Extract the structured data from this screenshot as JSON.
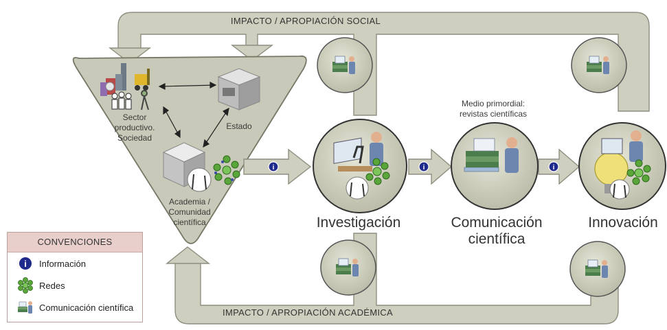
{
  "bands": {
    "top": "IMPACTO / APROPIACIÓN SOCIAL",
    "bottom": "IMPACTO / APROPIACIÓN ACADÉMICA"
  },
  "triangle": {
    "sector_line1": "Sector",
    "sector_line2": "productivo.",
    "sector_line3": "Sociedad",
    "estado": "Estado",
    "academia_line1": "Academia /",
    "academia_line2": "Comunidad",
    "academia_line3": "científica"
  },
  "nodes": {
    "investigacion": "Investigación",
    "comunicacion_line1": "Comunicación",
    "comunicacion_line2": "científica",
    "innovacion": "Innovación",
    "medio_line1": "Medio primordial:",
    "medio_line2": "revistas científicas"
  },
  "info_glyph": "i",
  "legend": {
    "title": "CONVENCIONES",
    "items": [
      {
        "label": "Información",
        "icon": "info-icon"
      },
      {
        "label": "Redes",
        "icon": "network-icon"
      },
      {
        "label": "Comunicación científica",
        "icon": "publication-icon"
      }
    ]
  },
  "colors": {
    "band": "#cfcfbf",
    "band_stroke": "#8e8e80",
    "circle": "#c9c9b9",
    "info_blue": "#1f2a8c",
    "network_green": "#5aa63a",
    "legend_head": "#e8cfcc"
  }
}
